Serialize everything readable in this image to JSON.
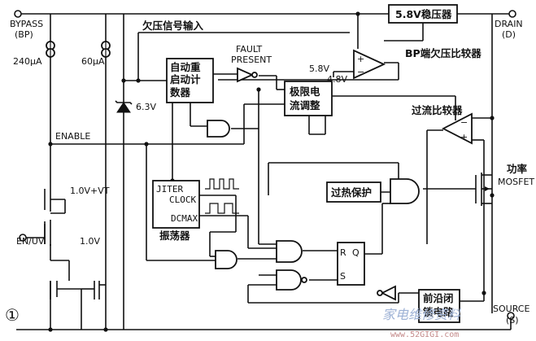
{
  "pins": {
    "bypass_line1": "BYPASS",
    "bypass_line2": "(BP)",
    "drain_line1": "DRAIN",
    "drain_line2": "(D)",
    "source_line1": "SOURCE",
    "source_line2": "(S)",
    "en_uv": "EN/UV"
  },
  "currents": {
    "i240": "240μA",
    "i60": "60μA"
  },
  "labels": {
    "uv_signal_input": "欠压信号输入",
    "fault_present_1": "FAULT",
    "fault_present_2": "PRESENT",
    "enable": "ENABLE",
    "zener_v": "6.3V",
    "bp_uv_comparator": "BP端欠压比较器",
    "overcurrent_comparator": "过流比较器",
    "power_mosfet_1": "功率",
    "power_mosfet_2": "MOSFET",
    "vt_10": "1.0V+VT",
    "v_10": "1.0V",
    "v58": "5.8V",
    "v48": "4.8V",
    "oscillator": "振荡器",
    "figure_num": "①"
  },
  "blocks": {
    "regulator": "5.8V稳压器",
    "auto_restart_1": "自动重",
    "auto_restart_2": "启动计",
    "auto_restart_3": "数器",
    "current_limit_1": "极限电",
    "current_limit_2": "流调整",
    "jitter_1": "JITER",
    "jitter_2": "CLOCK",
    "dcmax": "DCMAX",
    "thermal": "过热保护",
    "leb_1": "前沿闭",
    "leb_2": "锁电路",
    "latch_r": "R",
    "latch_q": "Q",
    "latch_s": "S"
  },
  "watermark": {
    "cn": "家电维修资料",
    "url": "www.52GIGI.com"
  }
}
